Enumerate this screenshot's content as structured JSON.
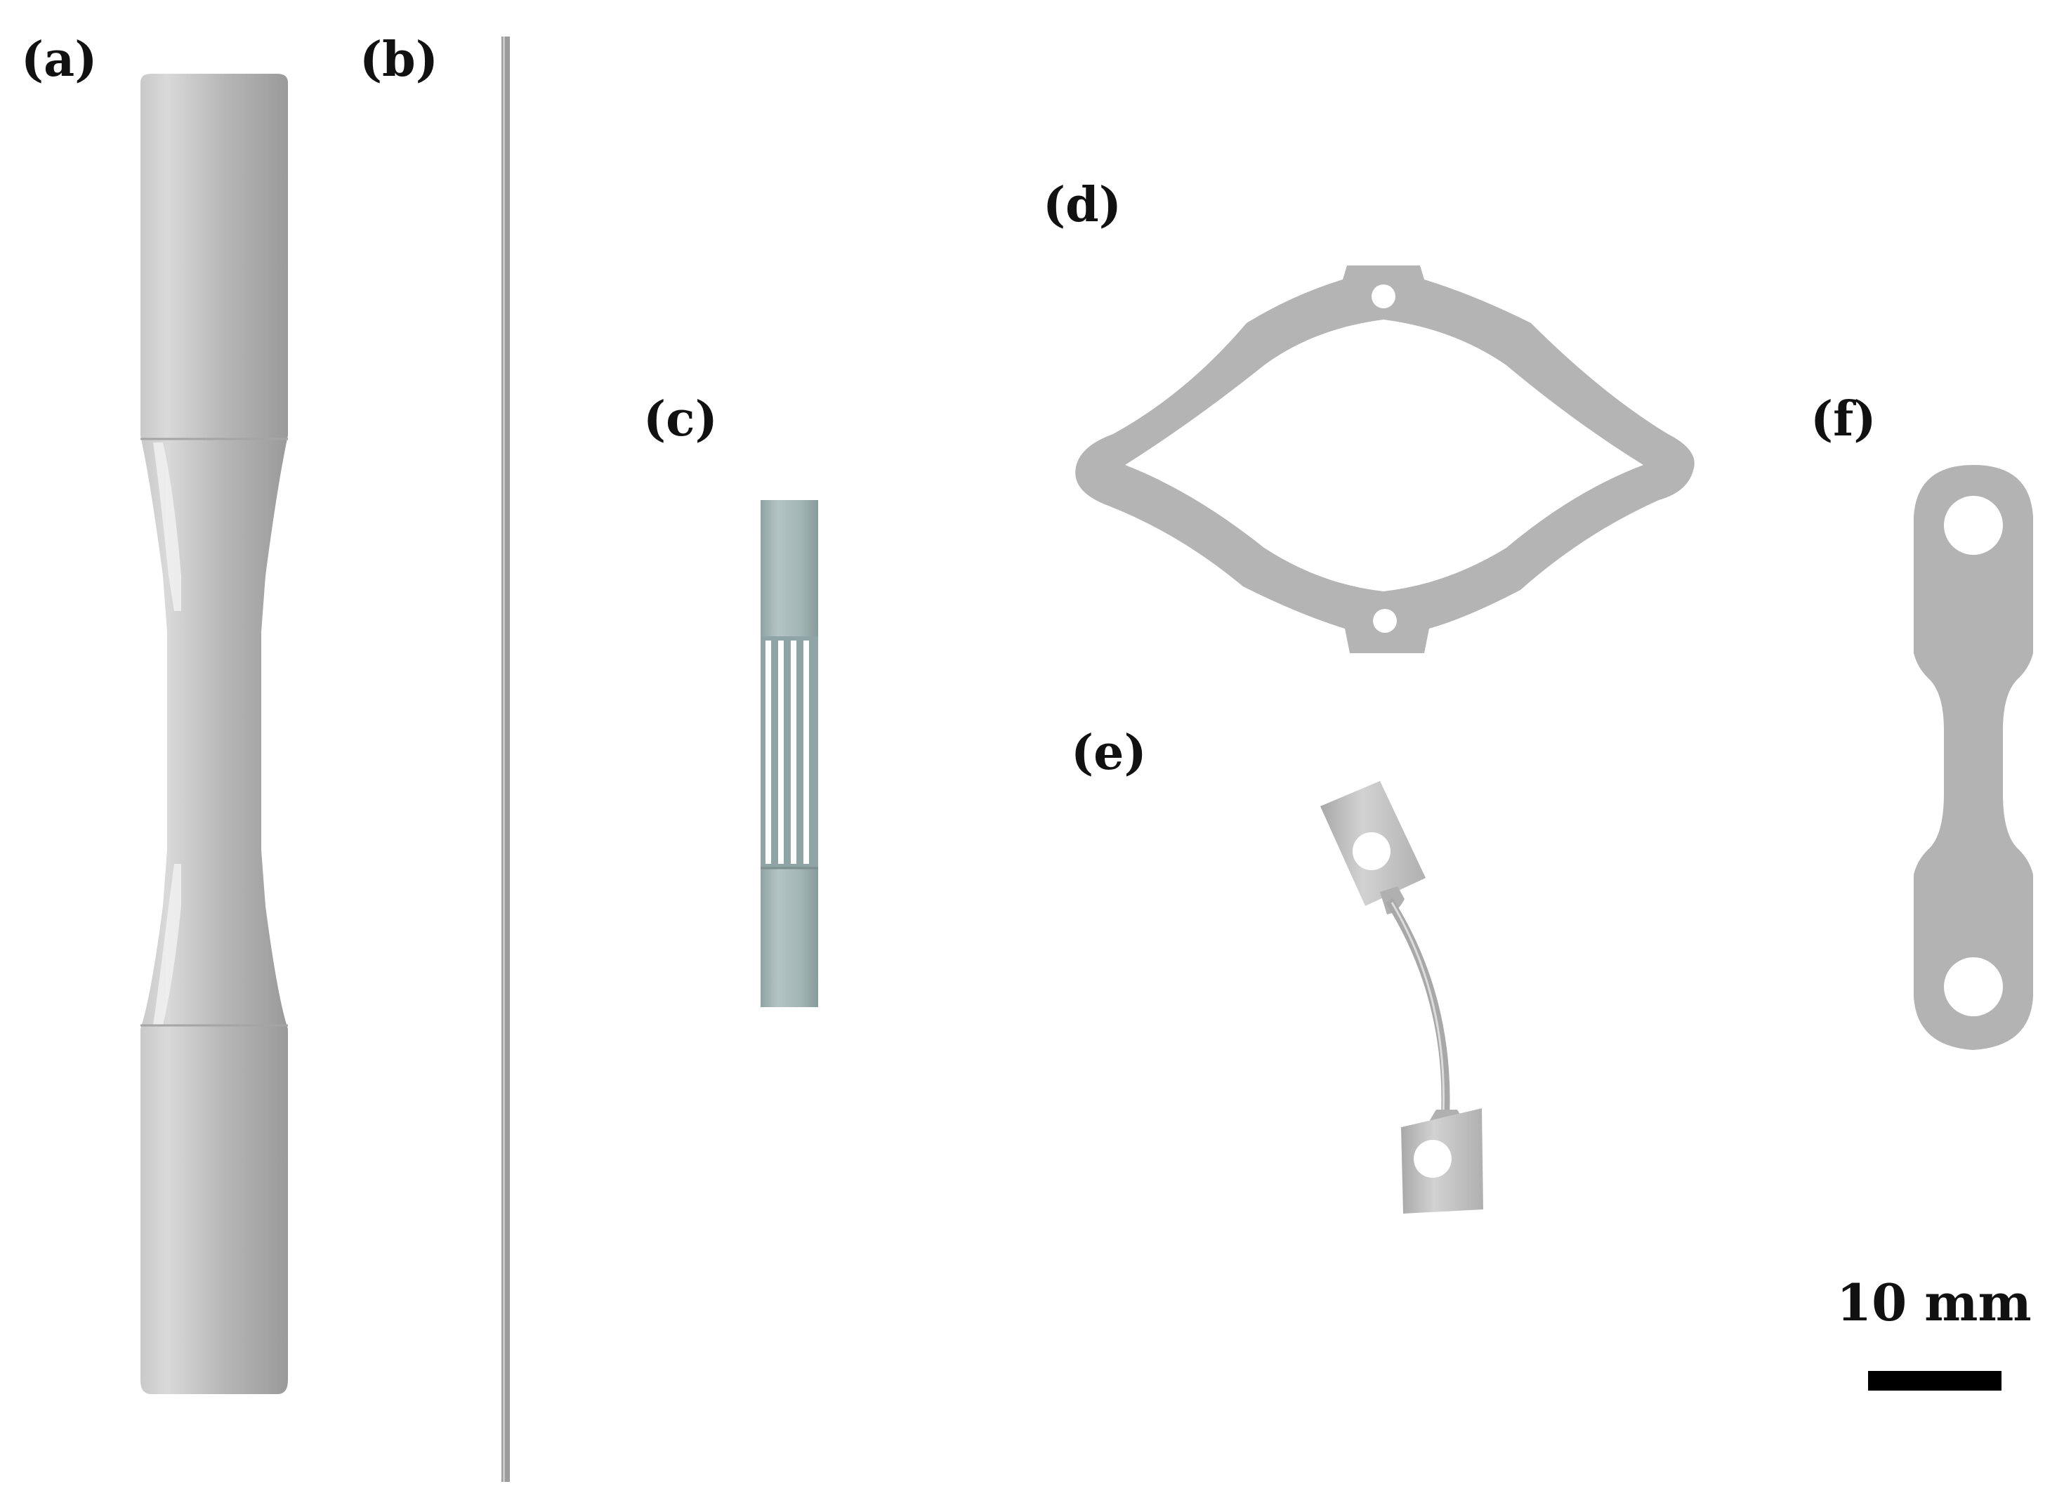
{
  "panels": [
    {
      "id": "a",
      "label": "(a)"
    },
    {
      "id": "b",
      "label": "(b)"
    },
    {
      "id": "c",
      "label": "(c)"
    },
    {
      "id": "d",
      "label": "(d)"
    },
    {
      "id": "e",
      "label": "(e)"
    },
    {
      "id": "f",
      "label": "(f)"
    }
  ],
  "scale_bar": {
    "label": "10 mm"
  },
  "colors": {
    "specimen_gray": "#b4b4b4",
    "specimen_dark": "#8f8f8f",
    "specimen_light": "#d6d6d6",
    "stent_teal": "#9fb3b3",
    "text": "#111111",
    "scale_bar": "#000000"
  }
}
